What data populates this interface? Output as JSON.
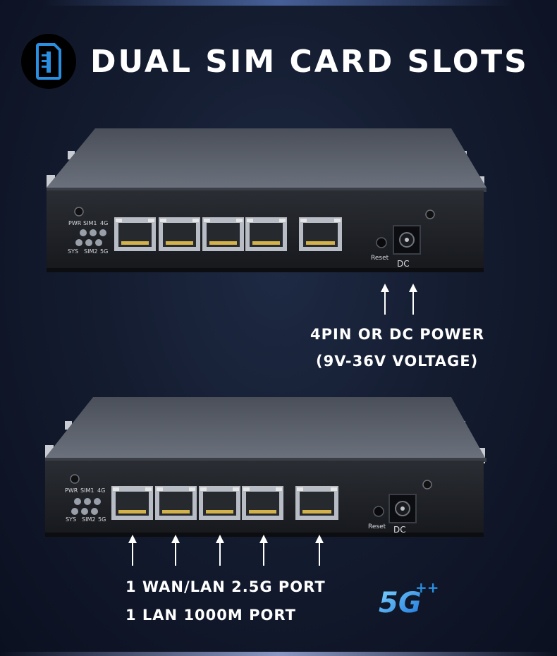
{
  "header": {
    "title": "DUAL SIM CARD SLOTS",
    "icon": "sim-card-icon"
  },
  "device": {
    "led_labels": {
      "pwr": "PWR",
      "sim1": "SIM1",
      "lte": "4G",
      "sys": "SYS",
      "sim2": "SIM2",
      "nr": "5G"
    },
    "reset_label": "Reset",
    "dc_label": "DC"
  },
  "captions": {
    "power_line1": "4PIN OR DC POWER",
    "power_line2": "(9V-36V VOLTAGE)",
    "ports_line1": "1 WAN/LAN 2.5G  PORT",
    "ports_line2": "1 LAN 1000M PORT"
  },
  "badge": {
    "text": "5G",
    "sup": "++"
  },
  "colors": {
    "background": "#141c30",
    "accent": "#2a8fe0",
    "text": "#ffffff"
  }
}
